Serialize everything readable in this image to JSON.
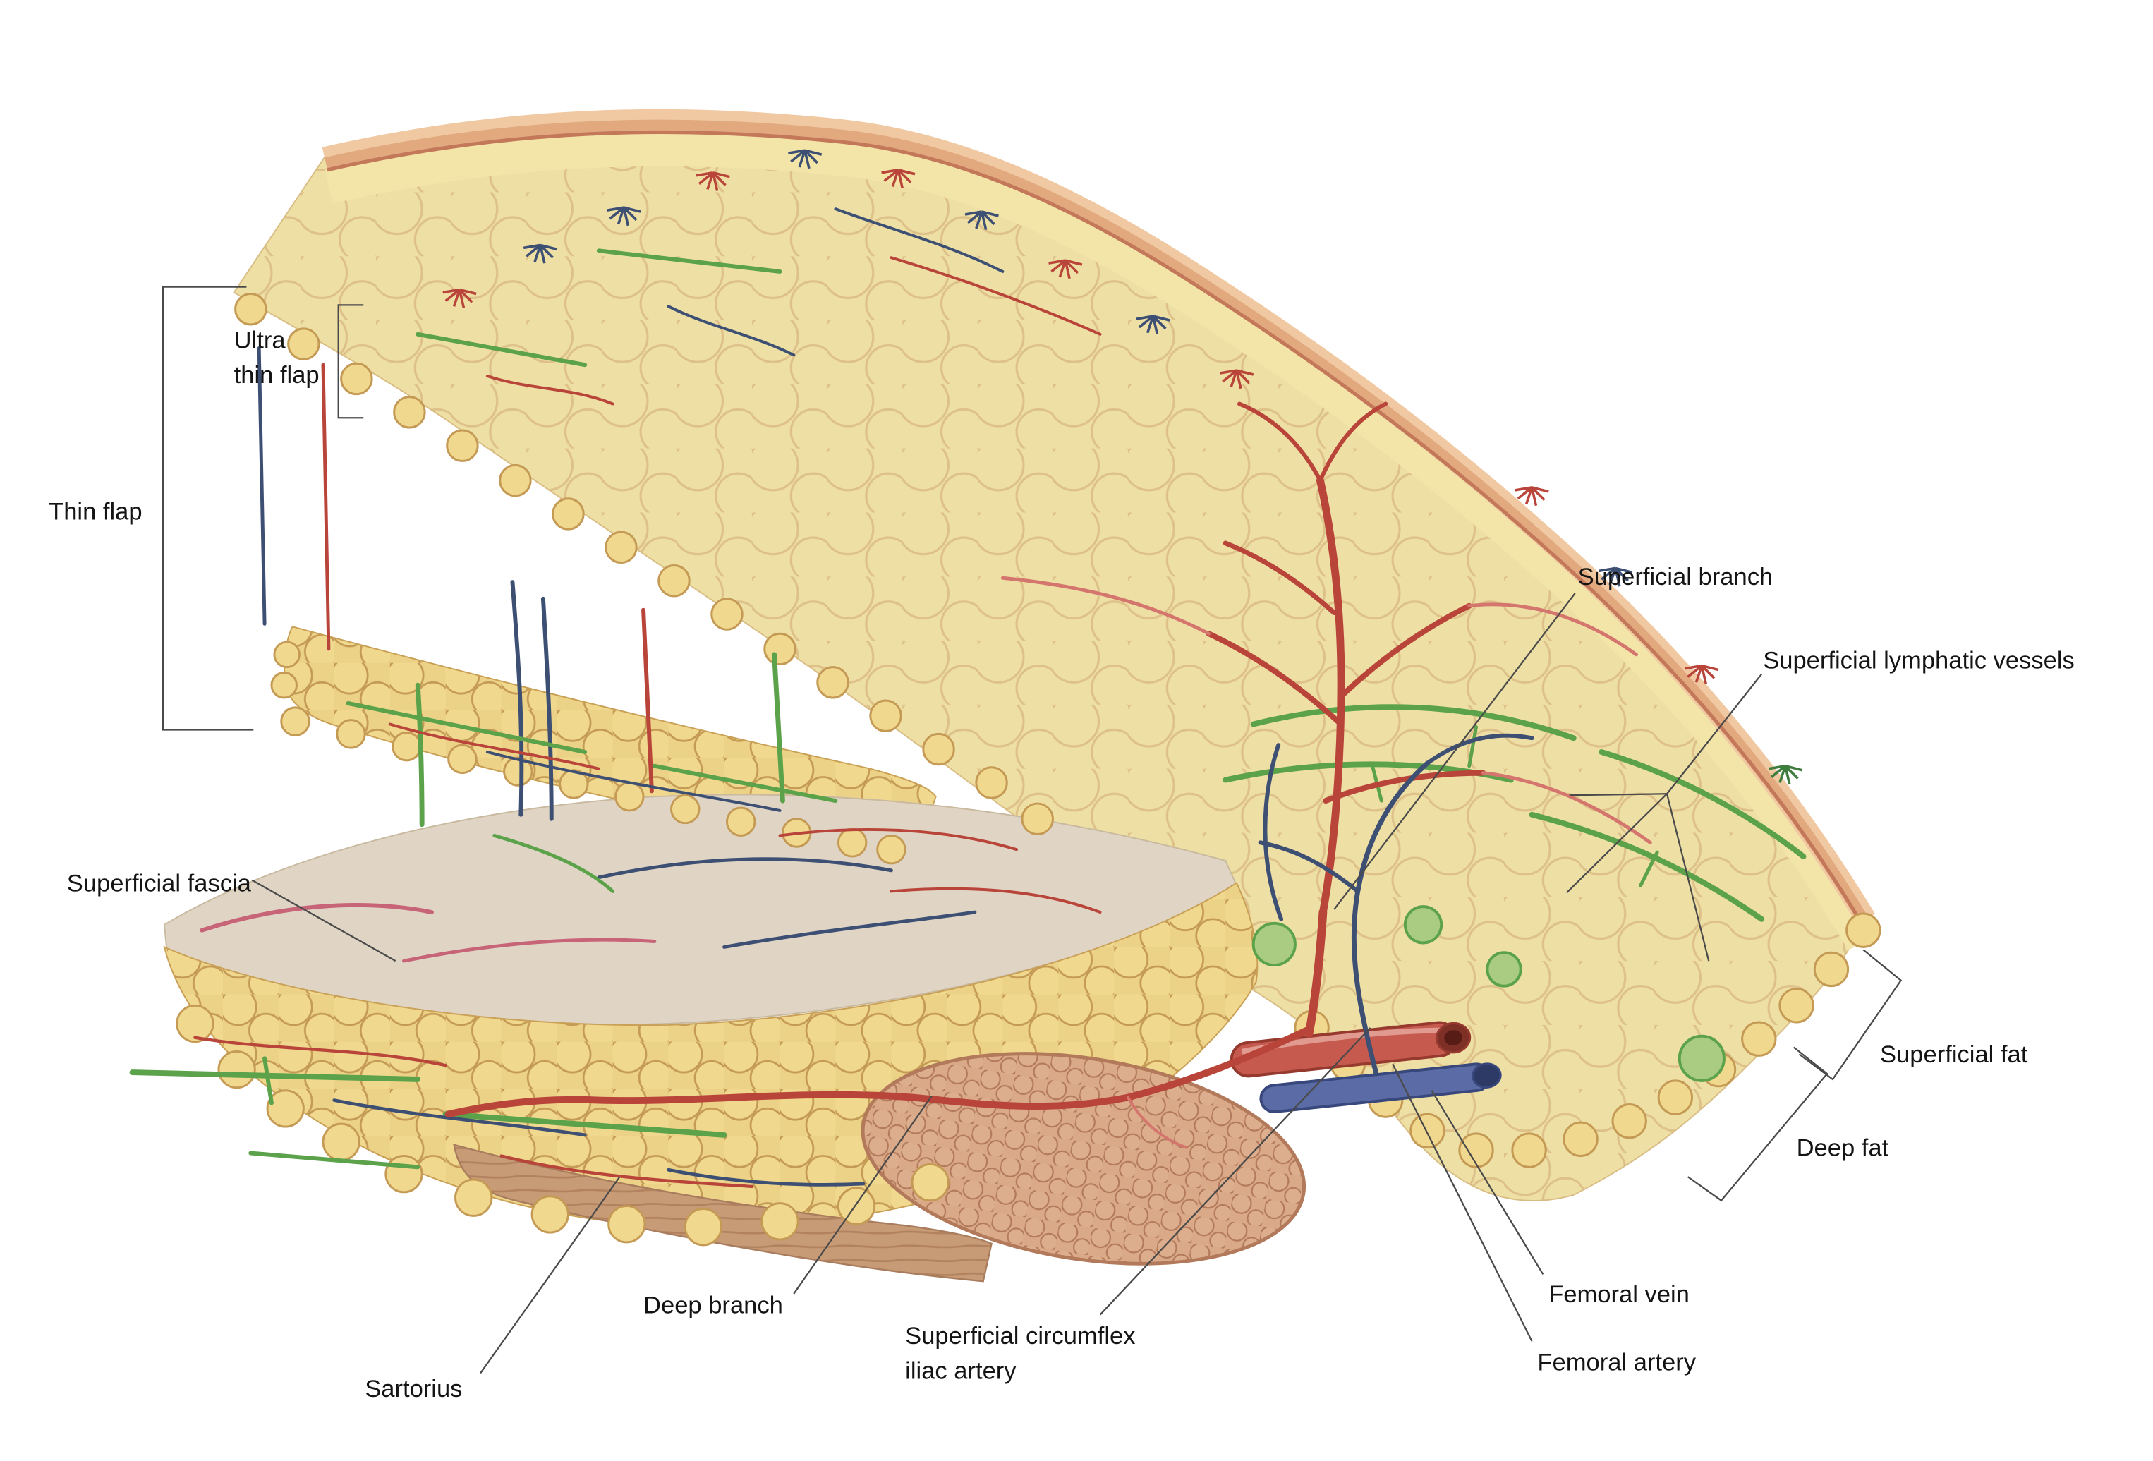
{
  "labels": {
    "ultra_thin_flap": {
      "line1": "Ultra",
      "line2": "thin flap"
    },
    "thin_flap": {
      "text": "Thin flap"
    },
    "superficial_fascia": {
      "text": "Superficial fascia"
    },
    "superficial_branch": {
      "text": "Superficial branch"
    },
    "superficial_lymphatic_vessels": {
      "text": "Superficial lymphatic vessels"
    },
    "superficial_fat": {
      "text": "Superficial fat"
    },
    "deep_fat": {
      "text": "Deep fat"
    },
    "deep_branch": {
      "text": "Deep branch"
    },
    "sartorius": {
      "text": "Sartorius"
    },
    "superficial_circumflex_iliac_artery": {
      "line1": "Superficial circumflex",
      "line2": "iliac artery"
    },
    "femoral_vein": {
      "text": "Femoral vein"
    },
    "femoral_artery": {
      "text": "Femoral artery"
    }
  },
  "colors": {
    "ink": "#141414",
    "leader": "#4a4a4a",
    "skin": "#e2a97f",
    "skin-hi": "#f0c9a2",
    "skin-line": "#c4785a",
    "fat": "#eedfa4",
    "fat-pale": "#f3e4a8",
    "fat-bright": "#f0d98e",
    "lobule": "#c49a55",
    "fascia": "#e0d5c5",
    "muscle": "#c89b77",
    "muscle-dark": "#b2825f",
    "muscle-oval": "#d9a988",
    "artery": "#b9453a",
    "artery-light": "#d4766e",
    "artery-dark": "#7e2f26",
    "vein": "#3d4f73",
    "vein-tube": "#5b6ba6",
    "vein-dark": "#2e3a66",
    "lymph": "#5ba24b",
    "lymph-light": "#a9cc82",
    "pink": "#c86478",
    "background": "#ffffff"
  }
}
